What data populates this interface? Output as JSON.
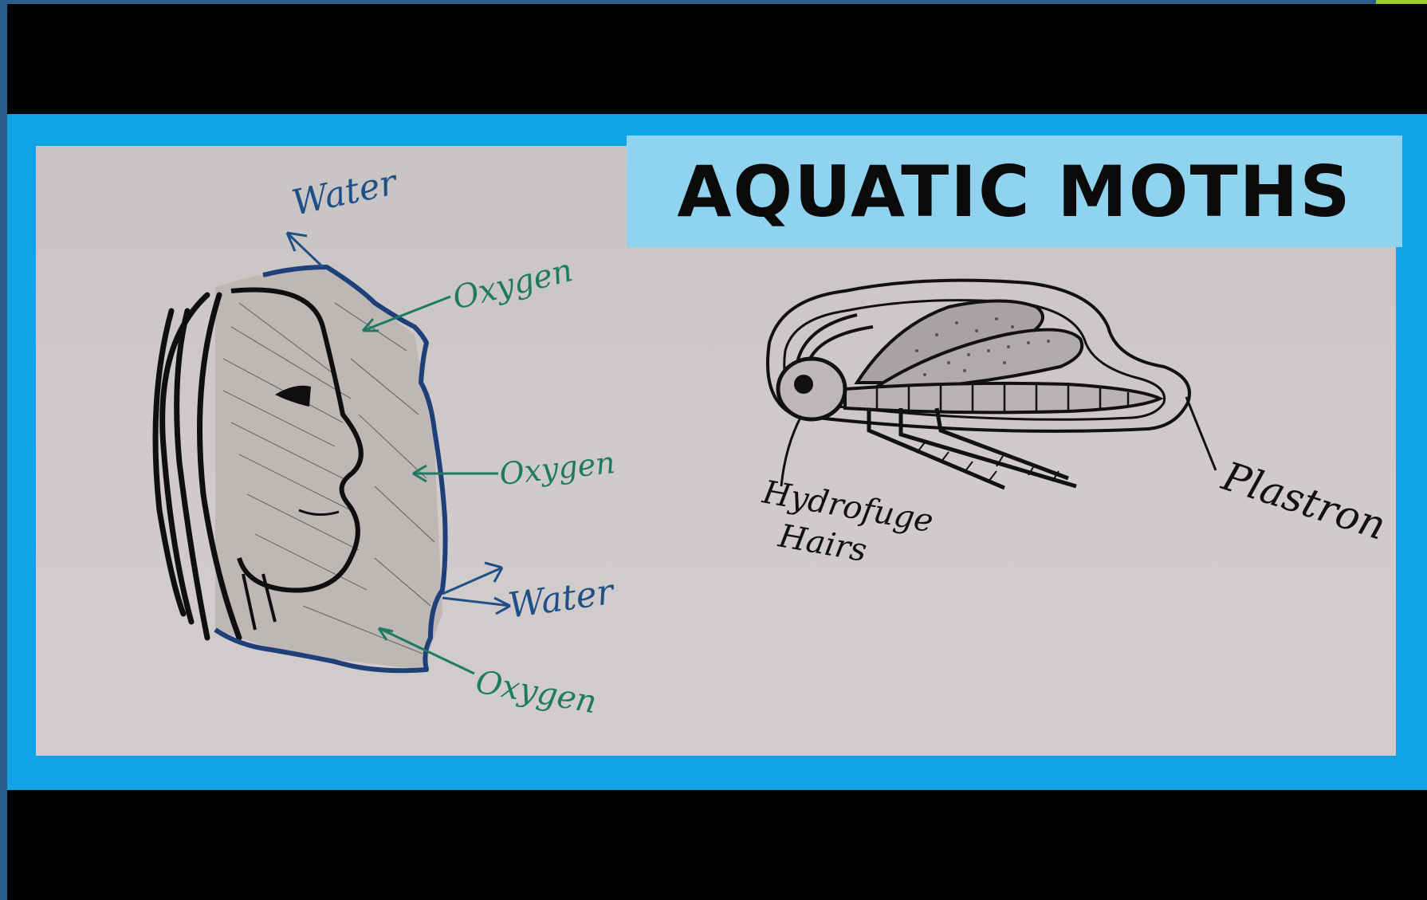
{
  "title": "AQUATIC MOTHS",
  "labels": {
    "water_top": "Water",
    "oxygen_top": "Oxygen",
    "oxygen_mid": "Oxygen",
    "water_bottom": "Water",
    "oxygen_bottom": "Oxygen",
    "hydrofuge_line1": "Hydrofuge",
    "hydrofuge_line2": "Hairs",
    "plastron": "Plastron"
  },
  "colors": {
    "frame": "#12a3e6",
    "title_background": "#8fd3ee",
    "oxygen_label": "#1e7b62",
    "water_label": "#1e4f86"
  }
}
